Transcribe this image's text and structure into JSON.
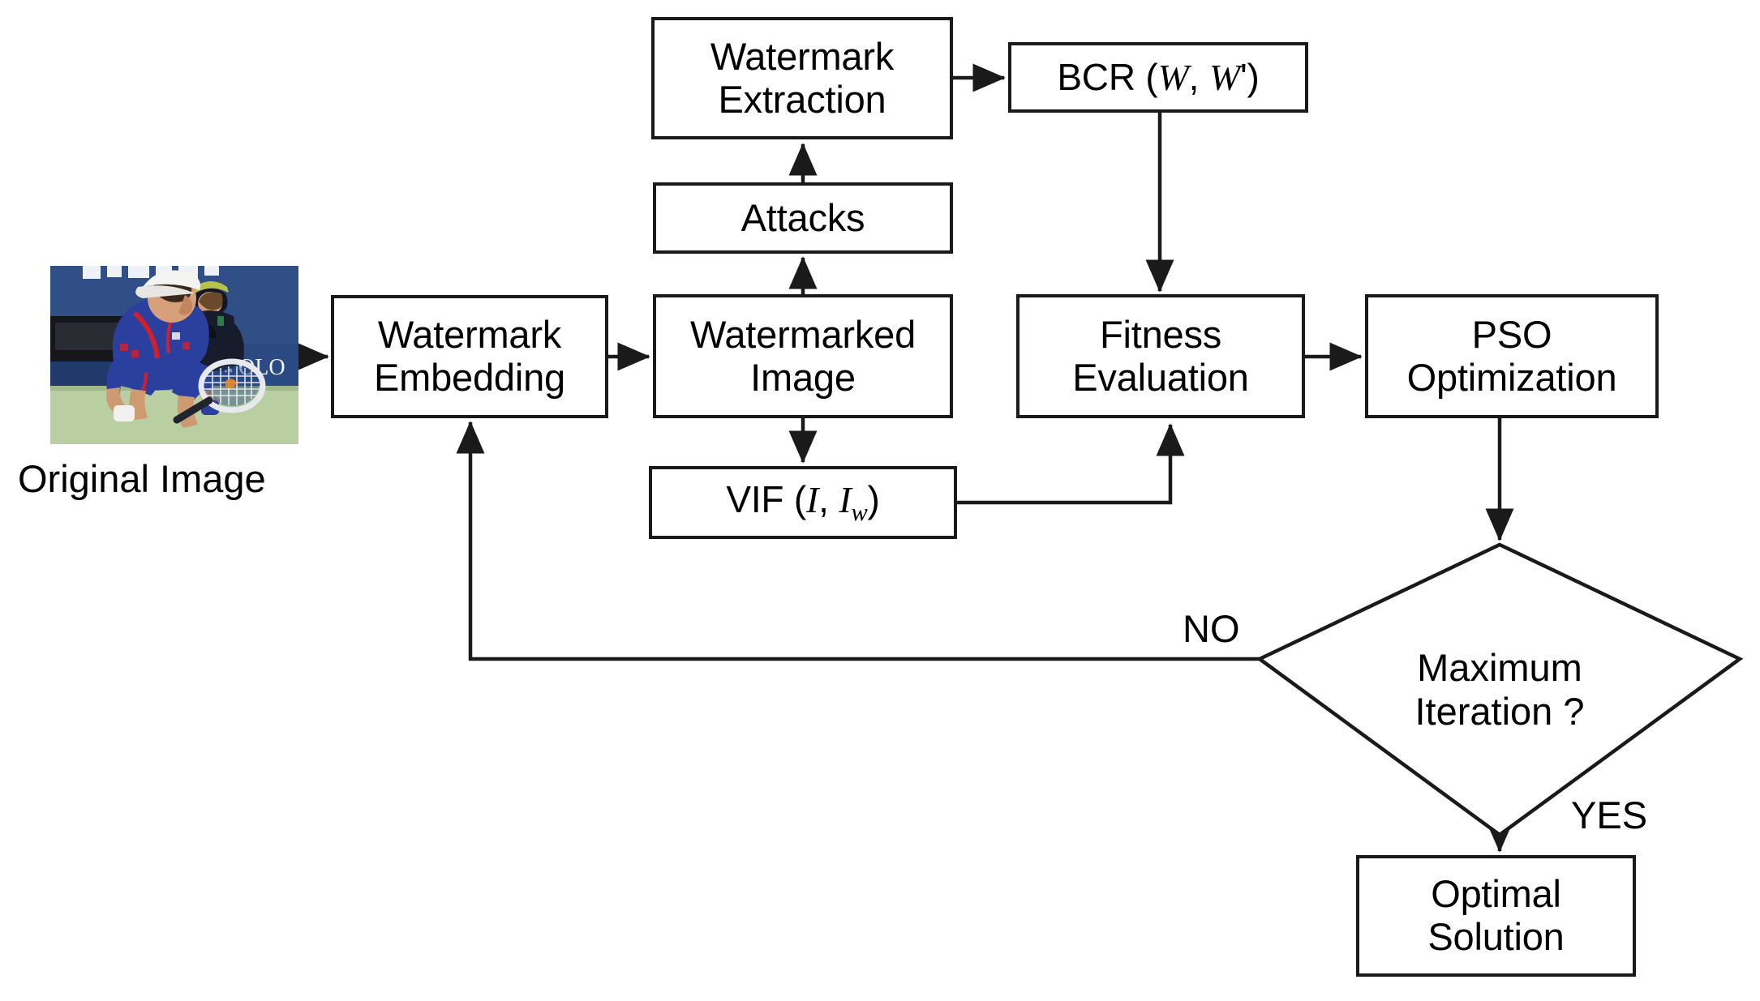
{
  "diagram": {
    "title": "Watermarking with PSO Optimization Flowchart",
    "background_color": "#ffffff",
    "stroke_color": "#1a1a1a",
    "text_color": "#000000"
  },
  "nodes": {
    "watermark_extraction": {
      "label": "Watermark\nExtraction",
      "shape": "rect"
    },
    "bcr": {
      "label": "BCR (W, W')",
      "prefix": "BCR (",
      "var1": "W",
      "sep": ", ",
      "var2": "W",
      "prime": "')",
      "shape": "rect"
    },
    "attacks": {
      "label": "Attacks",
      "shape": "rect"
    },
    "watermark_embedding": {
      "label": "Watermark\nEmbedding",
      "shape": "rect"
    },
    "watermarked_image": {
      "label": "Watermarked\nImage",
      "shape": "rect"
    },
    "fitness_evaluation": {
      "label": "Fitness\nEvaluation",
      "shape": "rect"
    },
    "pso_optimization": {
      "label": "PSO\nOptimization",
      "shape": "rect"
    },
    "vif": {
      "label": "VIF (I, Iw)",
      "prefix": "VIF (",
      "var1": "I",
      "sep": ", ",
      "var2": "I",
      "subscript": "w",
      "suffix": ")",
      "shape": "rect"
    },
    "maximum_iteration": {
      "label": "Maximum\nIteration ?",
      "shape": "diamond"
    },
    "optimal_solution": {
      "label": "Optimal\nSolution",
      "shape": "rect"
    }
  },
  "labels": {
    "original_image": "Original Image",
    "no_branch": "NO",
    "yes_branch": "YES"
  },
  "photo": {
    "caption": "Original Image",
    "alt": "tennis player in blue kit crouching at net with line judge behind",
    "colors": {
      "wall": "#2f4f86",
      "wall_dark": "#1d3360",
      "court": "#b9cfa1",
      "kit": "#2b3f9e",
      "kit_accent": "#cf2030",
      "skin": "#d8a07a",
      "cap": "#f2f2f0"
    }
  }
}
